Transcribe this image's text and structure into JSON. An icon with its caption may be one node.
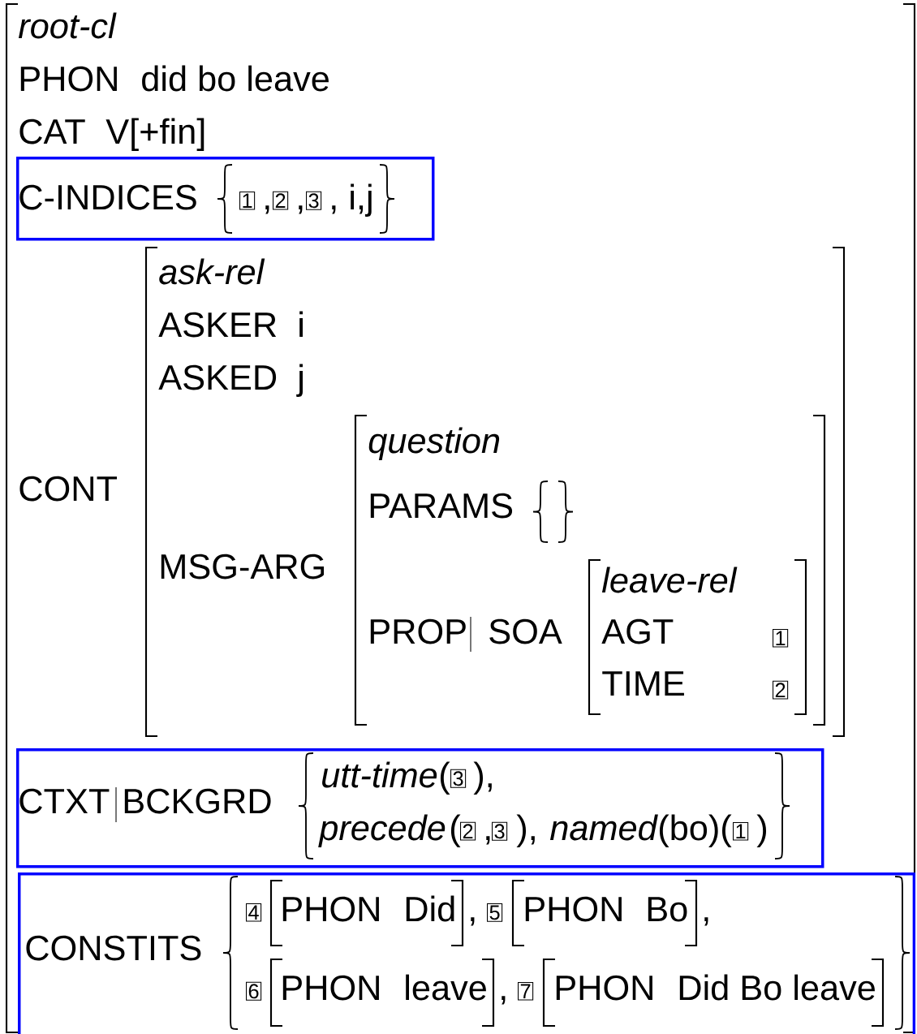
{
  "diagram": {
    "nodes": [
      {
        "text": [
          "C-INDICES",
          "1",
          ",",
          "2",
          ",",
          "3",
          ", i,j"
        ]
      },
      {
        "text": [
          "CTXT",
          "BCKGRD",
          "utt-time",
          "(",
          "3",
          "),",
          "precede",
          "(",
          "2",
          ",",
          "3",
          "),",
          "named",
          "(bo)(",
          "1",
          ")"
        ]
      },
      {
        "text": [
          "CONSTITS",
          "4",
          "PHON",
          "Did",
          ",",
          "5",
          "PHON",
          "Bo",
          ",",
          "6",
          "PHON",
          "leave",
          ",",
          "7",
          "PHON",
          "Did Bo leave"
        ]
      }
    ],
    "labels": [
      "root-cl",
      "PHON",
      "did bo leave",
      "CAT",
      "V[+fin]",
      "ask-rel",
      "ASKER",
      "i",
      "ASKED",
      "j",
      "question",
      "CONT",
      "PARAMS",
      "MSG-ARG",
      "leave-rel",
      "PROP",
      "SOA",
      "AGT",
      "1",
      "TIME",
      "2"
    ]
  }
}
